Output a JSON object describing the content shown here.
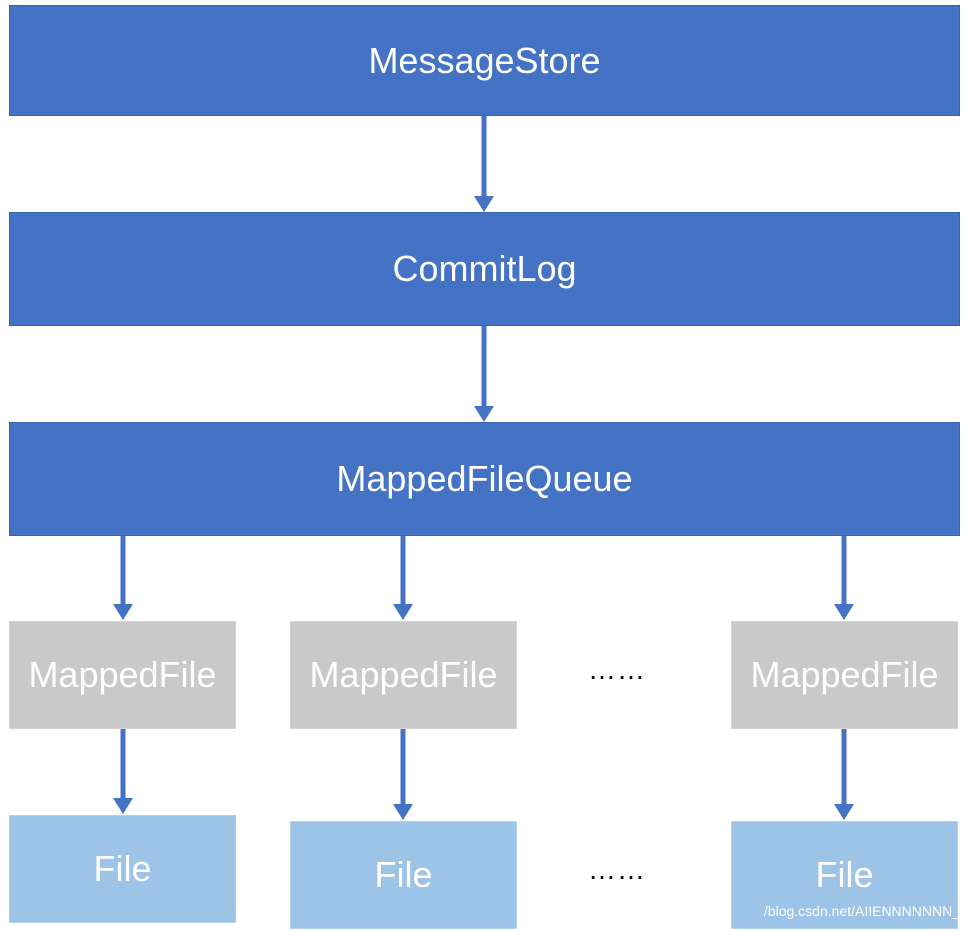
{
  "colors": {
    "primary": "#4472c4",
    "mapped_file": "#c9c9c9",
    "file": "#9dc3e6",
    "arrow": "#4472c4"
  },
  "nodes": {
    "message_store": "MessageStore",
    "commit_log": "CommitLog",
    "mapped_file_queue": "MappedFileQueue",
    "mapped_files": [
      "MappedFile",
      "MappedFile",
      "MappedFile"
    ],
    "files": [
      "File",
      "File",
      "File"
    ]
  },
  "ellipsis": [
    "……",
    "……"
  ],
  "watermark": "/blog.csdn.net/AIIENNNNNNN_"
}
